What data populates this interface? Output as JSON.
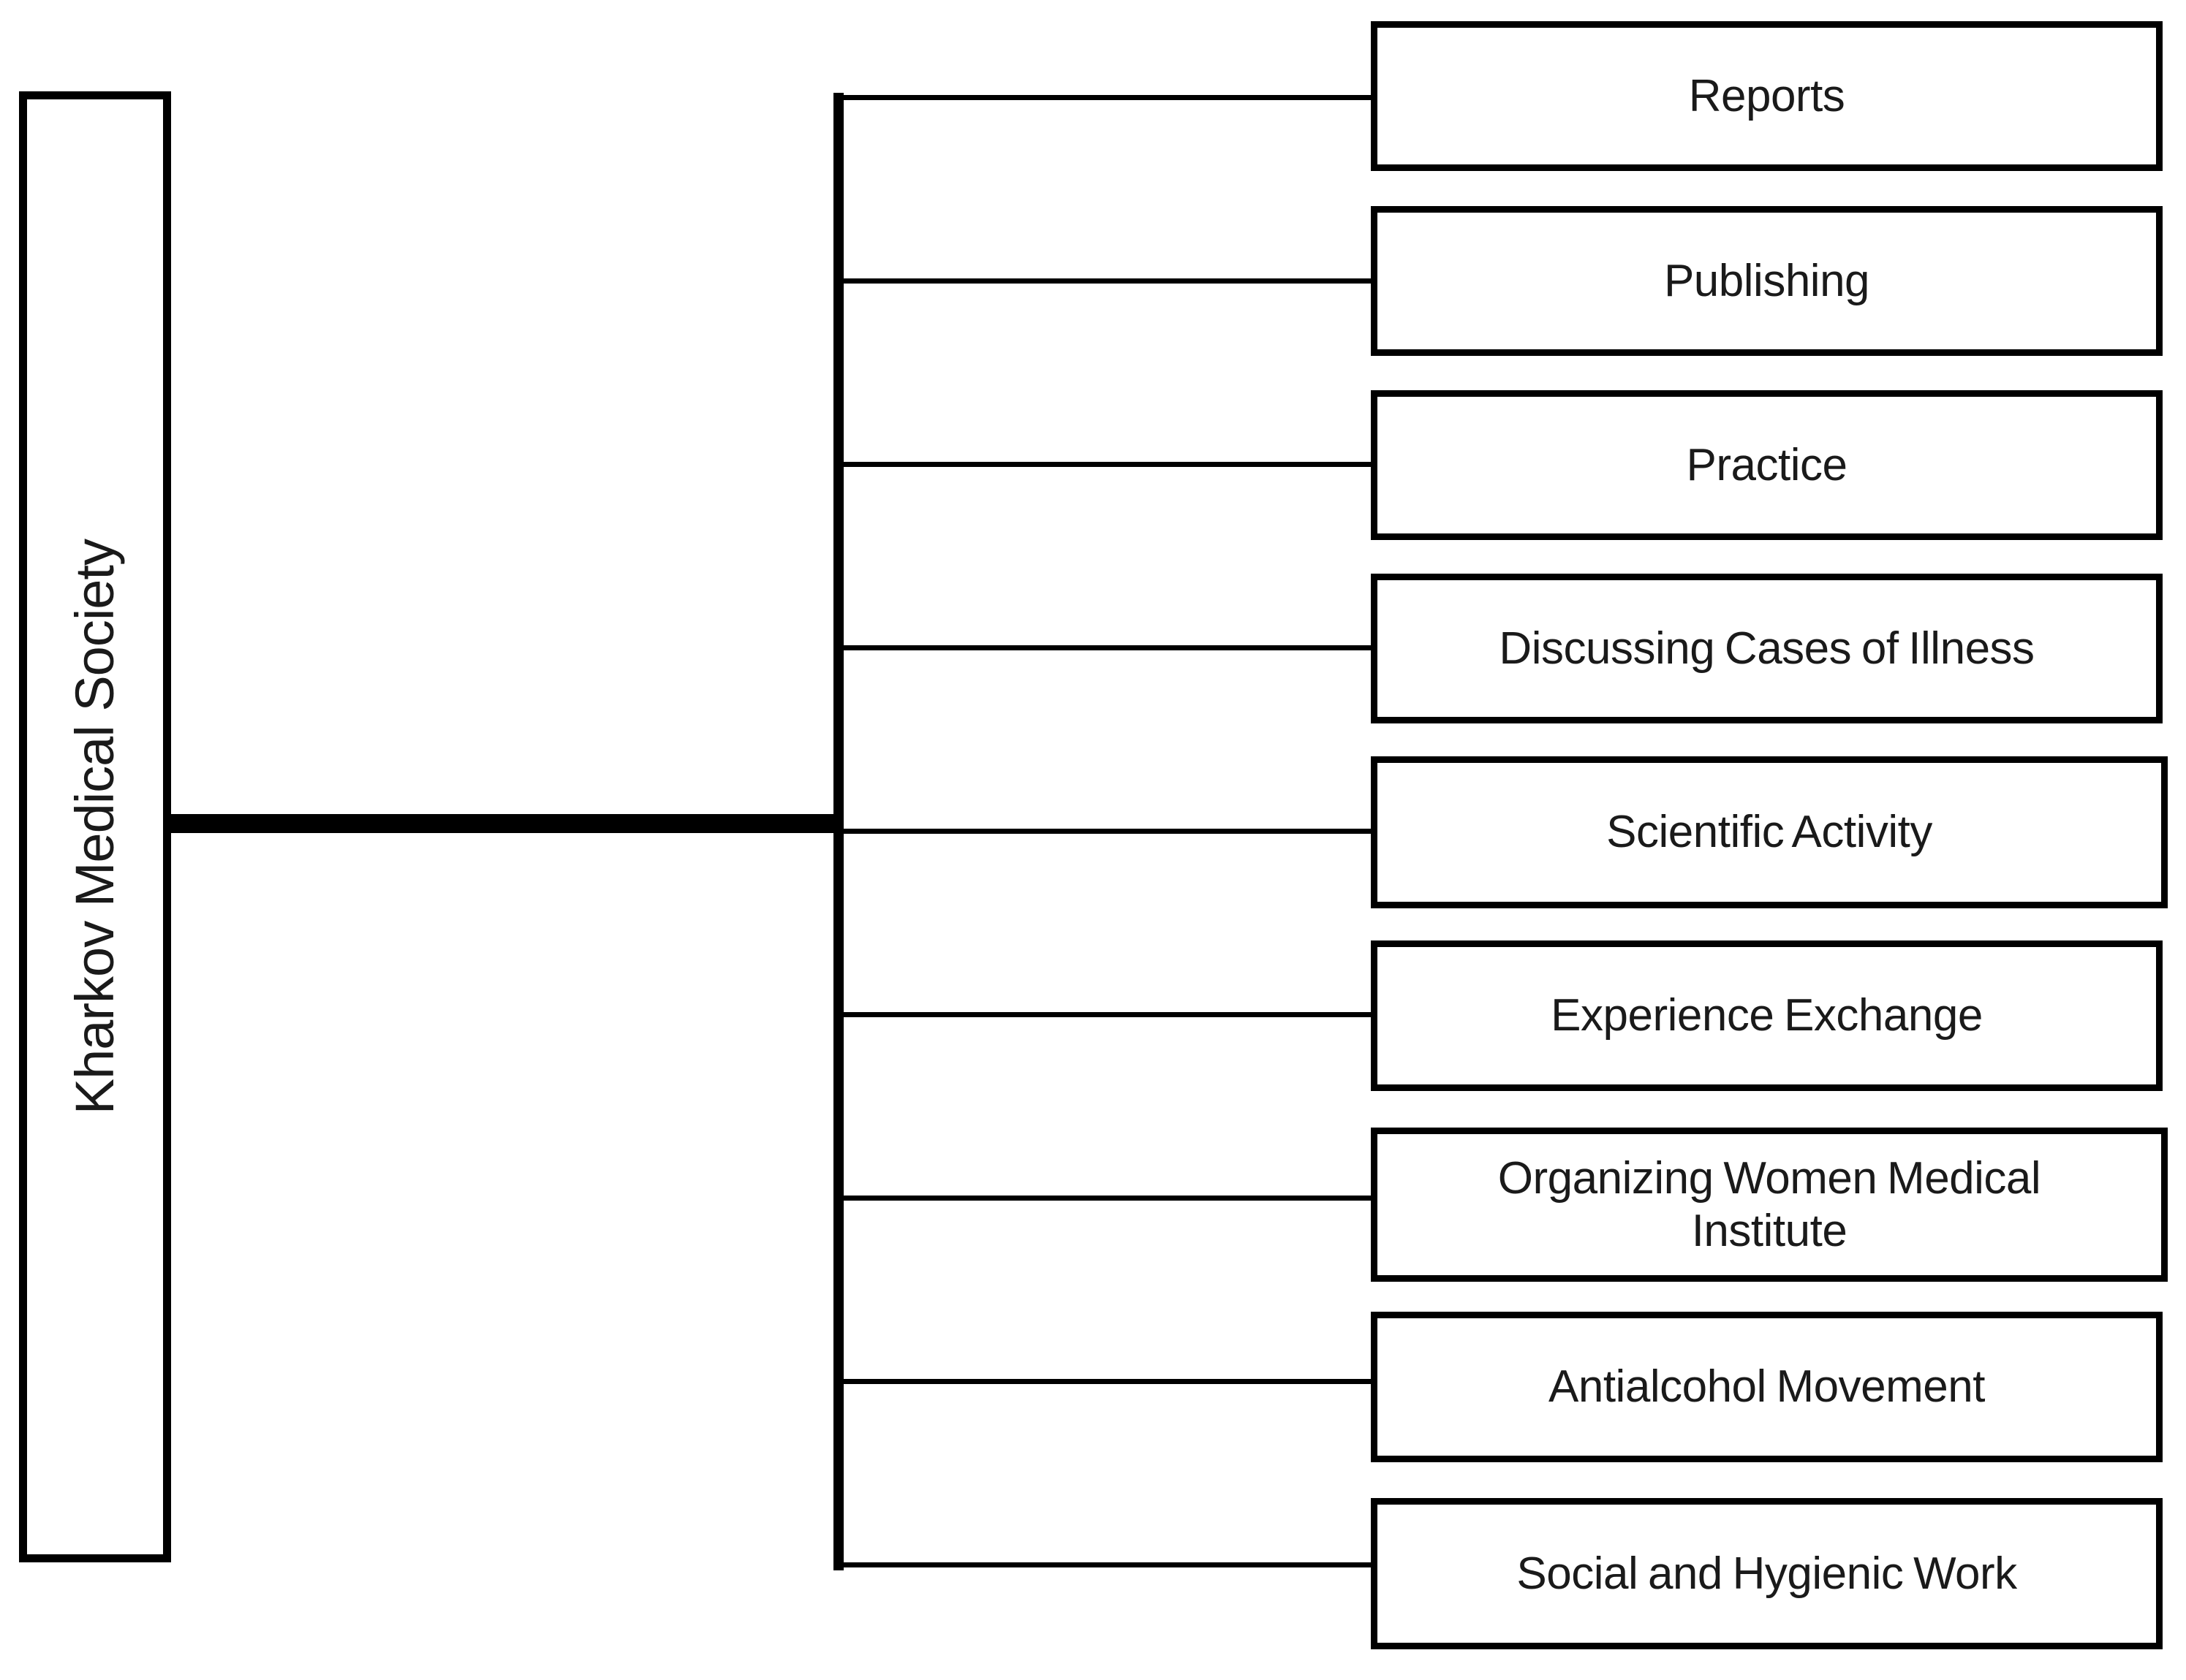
{
  "diagram": {
    "type": "organizational-tree",
    "orientation": "horizontal-left-root",
    "root": {
      "label": "Kharkov Medical Society",
      "text_orientation": "vertical-bottom-to-top"
    },
    "colors": {
      "line": "#000000",
      "box_fill": "#ffffff",
      "text": "#1a1a1a",
      "background": "#ffffff"
    },
    "branches": [
      {
        "label": "Reports"
      },
      {
        "label": "Publishing"
      },
      {
        "label": "Practice"
      },
      {
        "label": "Discussing Cases of Illness"
      },
      {
        "label": "Scientific Activity"
      },
      {
        "label": "Experience Exchange"
      },
      {
        "label": "Organizing Women Medical Institute"
      },
      {
        "label": "Antialcohol Movement"
      },
      {
        "label": "Social and Hygienic Work"
      }
    ]
  }
}
